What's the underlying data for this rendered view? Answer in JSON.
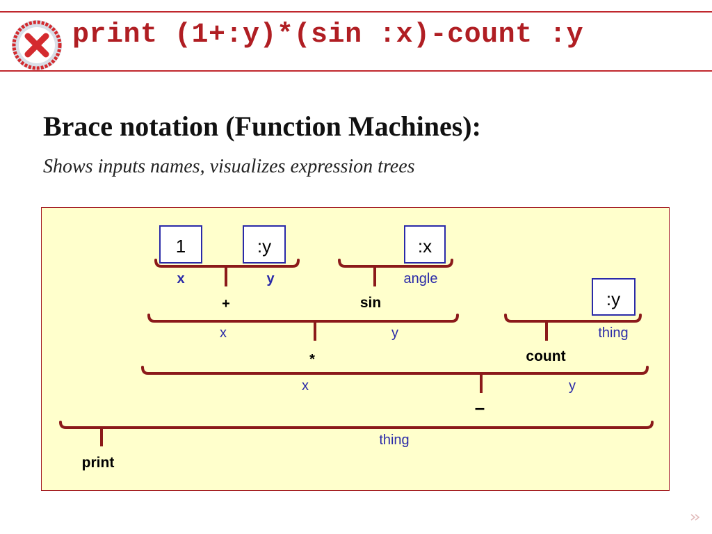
{
  "title": "print (1+:y)*(sin :x)-count :y",
  "heading": "Brace notation (Function Machines):",
  "subheading": "Shows inputs names, visualizes expression trees",
  "logo_icon": "red-x-seal-icon",
  "colors": {
    "accent": "#b01e23",
    "brace": "#8b1a1a",
    "input_name": "#2a2aa8",
    "box_border": "#2a2aa8",
    "panel": "#ffffcc"
  },
  "diagram": {
    "value_boxes": [
      "1",
      ":y",
      ":x",
      ":y"
    ],
    "functions": [
      "+",
      "sin",
      "*",
      "count",
      "–",
      "print"
    ],
    "input_names": [
      "x",
      "y",
      "angle",
      "x",
      "y",
      "thing",
      "x",
      "y",
      "thing"
    ]
  }
}
